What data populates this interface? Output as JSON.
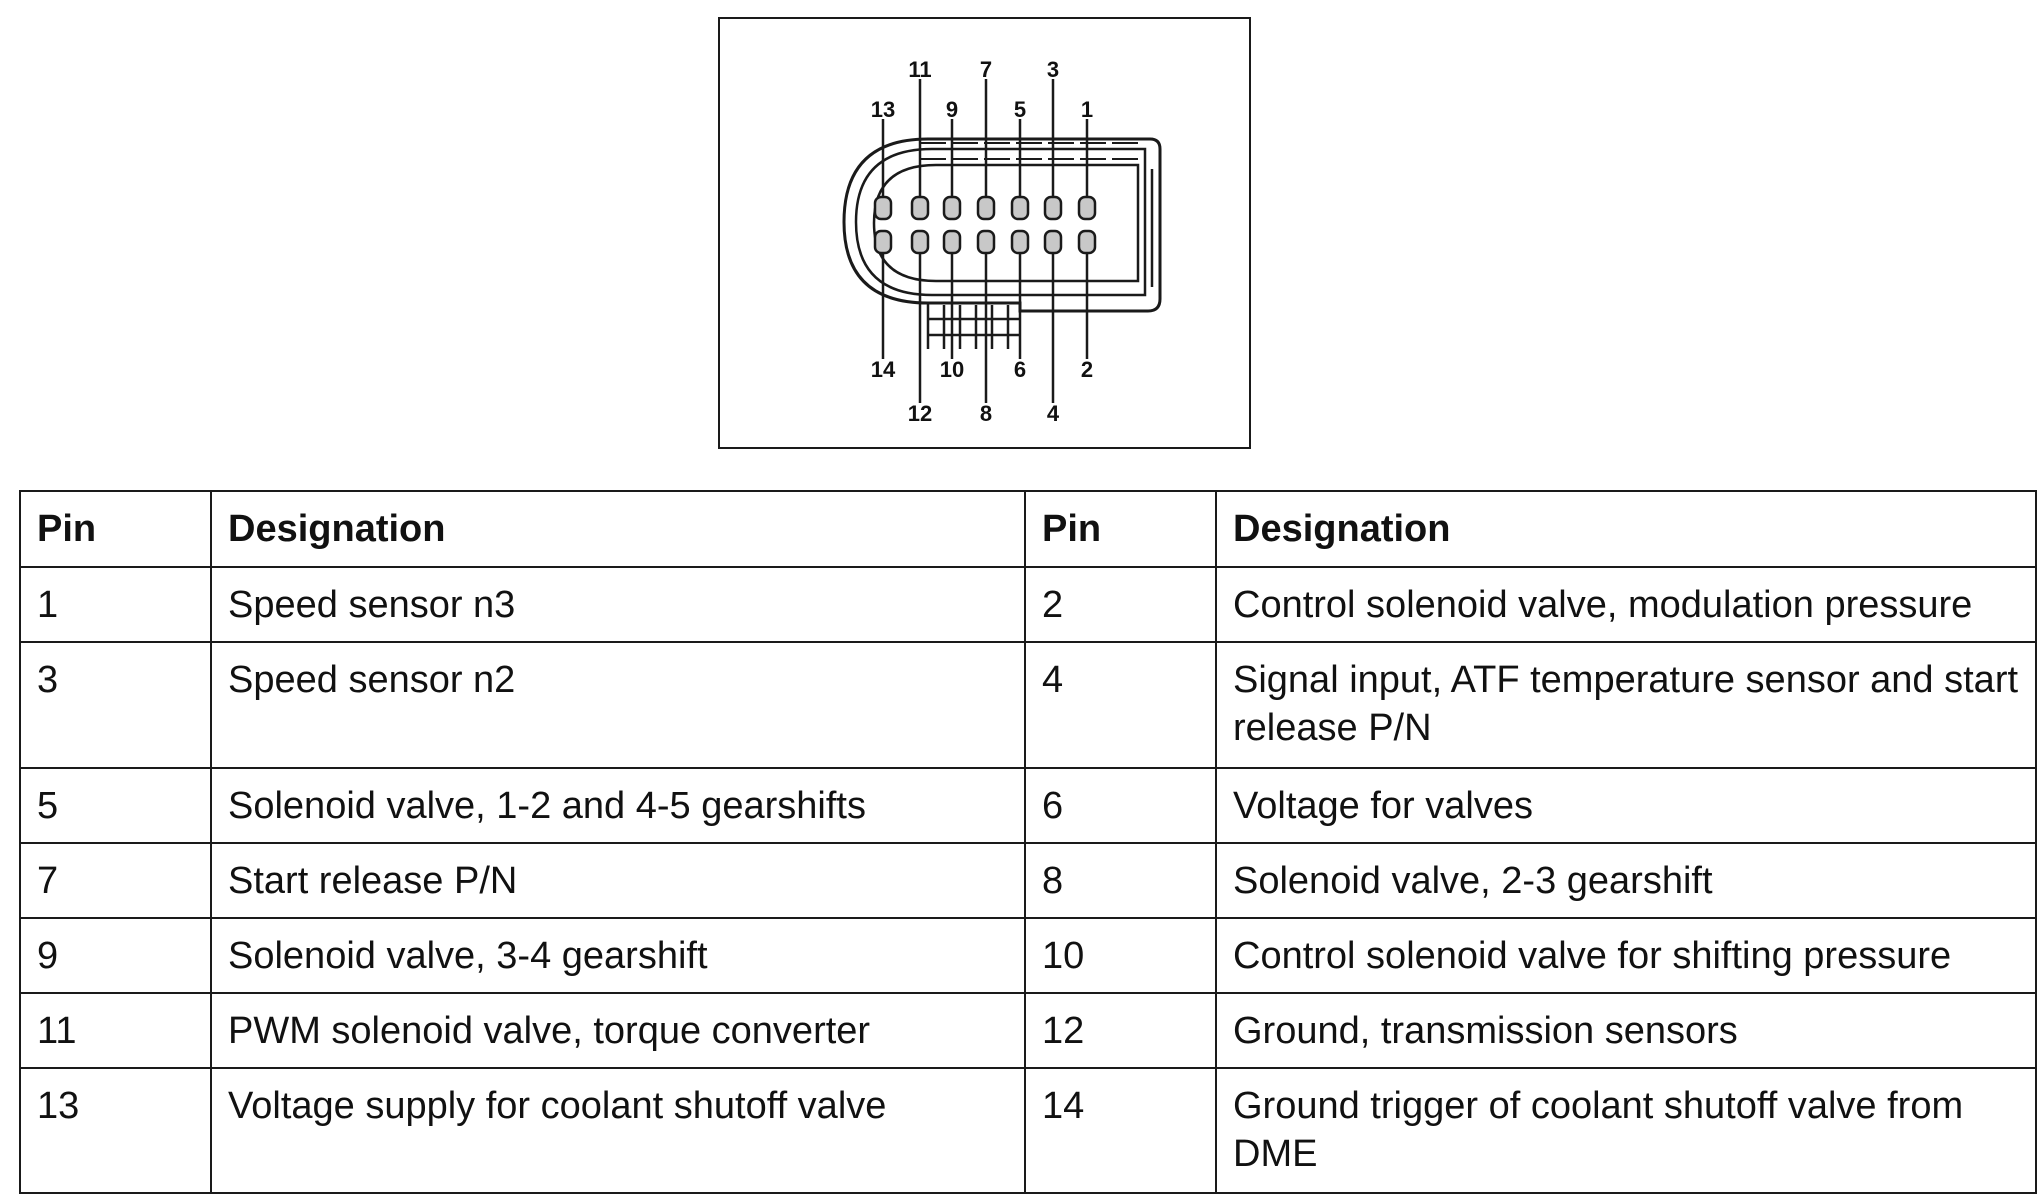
{
  "diagram": {
    "pins_top": [
      {
        "n": "11"
      },
      {
        "n": "7"
      },
      {
        "n": "3"
      },
      {
        "n": "13"
      },
      {
        "n": "9"
      },
      {
        "n": "5"
      },
      {
        "n": "1"
      }
    ],
    "pins_bottom": [
      {
        "n": "14"
      },
      {
        "n": "10"
      },
      {
        "n": "6"
      },
      {
        "n": "2"
      },
      {
        "n": "12"
      },
      {
        "n": "8"
      },
      {
        "n": "4"
      }
    ]
  },
  "table": {
    "headers": [
      "Pin",
      "Designation",
      "Pin",
      "Designation"
    ],
    "rows": [
      {
        "pin_a": "1",
        "des_a": "Speed sensor n3",
        "pin_b": "2",
        "des_b": "Control solenoid valve, modulation pressure"
      },
      {
        "pin_a": "3",
        "des_a": "Speed sensor n2",
        "pin_b": "4",
        "des_b": "Signal input, ATF temperature sensor and start release P/N"
      },
      {
        "pin_a": "5",
        "des_a": "Solenoid valve, 1-2 and 4-5 gearshifts",
        "pin_b": "6",
        "des_b": "Voltage for valves"
      },
      {
        "pin_a": "7",
        "des_a": "Start release P/N",
        "pin_b": "8",
        "des_b": "Solenoid valve, 2-3 gearshift"
      },
      {
        "pin_a": "9",
        "des_a": "Solenoid valve, 3-4 gearshift",
        "pin_b": "10",
        "des_b": "Control solenoid valve for shifting pressure"
      },
      {
        "pin_a": "11",
        "des_a": "PWM solenoid valve, torque converter",
        "pin_b": "12",
        "des_b": "Ground, transmission sensors"
      },
      {
        "pin_a": "13",
        "des_a": "Voltage supply for coolant shutoff valve",
        "pin_b": "14",
        "des_b": "Ground trigger of coolant shutoff valve from DME"
      }
    ]
  }
}
